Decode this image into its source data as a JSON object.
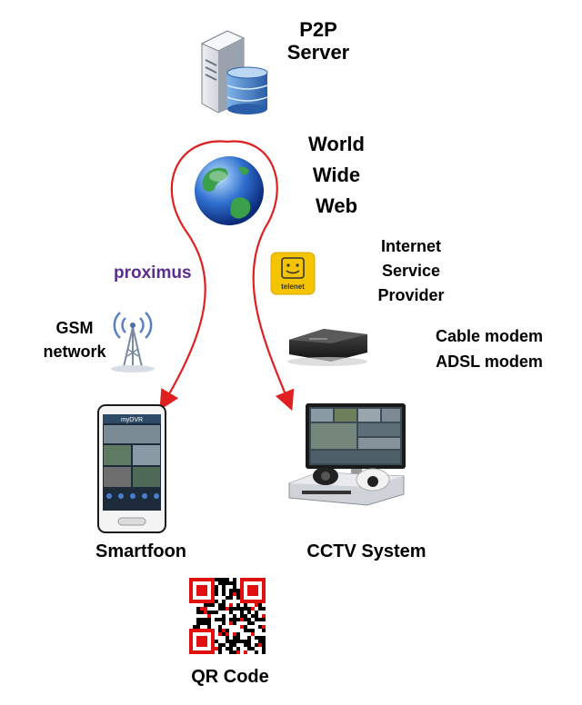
{
  "labels": {
    "server": [
      "P2P",
      "Server"
    ],
    "www": [
      "World",
      "Wide",
      "Web"
    ],
    "isp": [
      "Internet",
      "Service",
      "Provider"
    ],
    "modem": [
      "Cable modem",
      "ADSL modem"
    ],
    "gsm": [
      "GSM",
      "network"
    ],
    "smartphone": "Smartfoon",
    "cctv": "CCTV System",
    "qr": "QR Code"
  },
  "logos": {
    "proximus": "proximus",
    "telenet": "telenet",
    "phone_app_title": "myDVR"
  },
  "colors": {
    "arrow": "#e02020",
    "proximus": "#5b2d8e",
    "telenet": "#f5c400",
    "qr_red": "#e01010"
  }
}
